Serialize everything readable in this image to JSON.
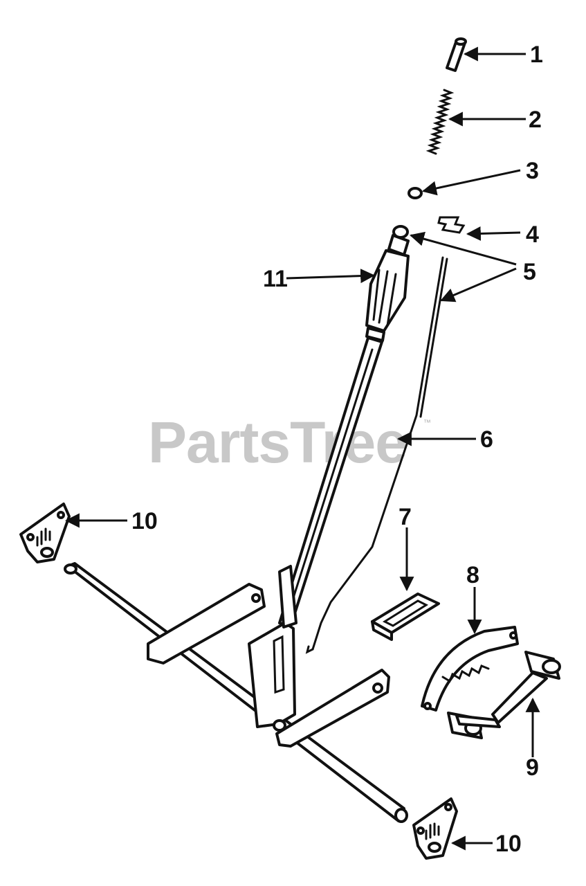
{
  "diagram": {
    "watermark": "PartsTree",
    "watermark_tm": "™",
    "callouts": [
      {
        "id": "c1",
        "label": "1"
      },
      {
        "id": "c2",
        "label": "2"
      },
      {
        "id": "c3",
        "label": "3"
      },
      {
        "id": "c4",
        "label": "4"
      },
      {
        "id": "c5",
        "label": "5"
      },
      {
        "id": "c6",
        "label": "6"
      },
      {
        "id": "c7",
        "label": "7"
      },
      {
        "id": "c8",
        "label": "8"
      },
      {
        "id": "c9",
        "label": "9"
      },
      {
        "id": "c10a",
        "label": "10"
      },
      {
        "id": "c10b",
        "label": "10"
      },
      {
        "id": "c11",
        "label": "11"
      }
    ]
  }
}
